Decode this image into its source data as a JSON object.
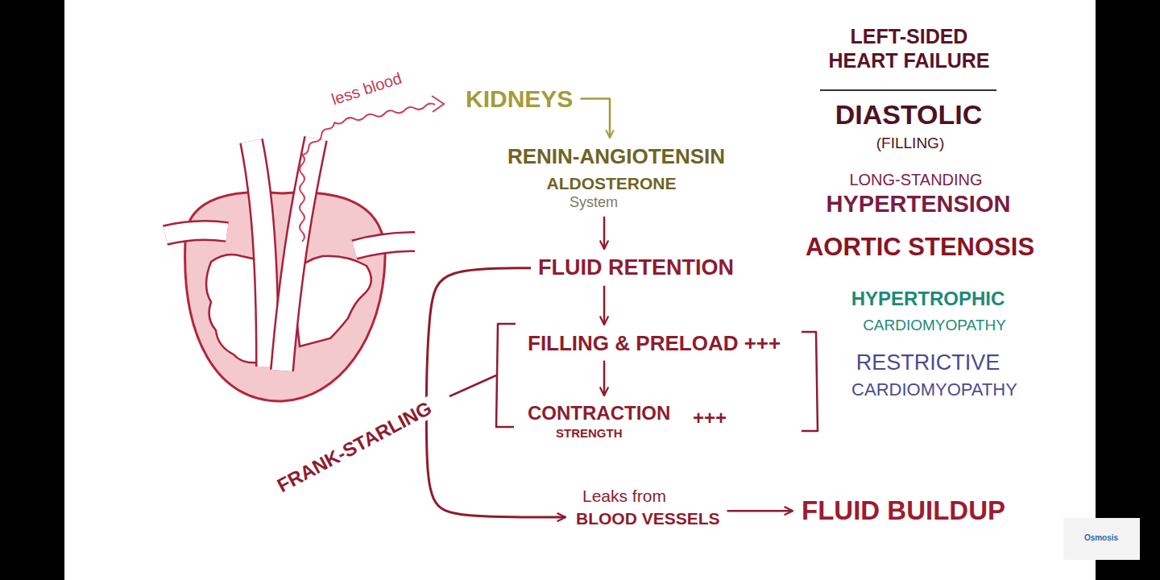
{
  "diagram": {
    "title": "LEFT-SIDED HEART FAILURE",
    "nodes": [
      {
        "text": [
          "KIDNEYS"
        ]
      },
      {
        "text": [
          "RENIN-ANGIOTENSIN",
          "ALDOSTERONE",
          "System"
        ]
      },
      {
        "text": [
          "FLUID RETENTION"
        ]
      },
      {
        "text": [
          "FILLING & PRELOAD +++"
        ]
      },
      {
        "text": [
          "CONTRACTION",
          "STRENGTH",
          "+++"
        ]
      },
      {
        "text": [
          "Leaks from",
          "BLOOD VESSELS"
        ]
      },
      {
        "text": [
          "FLUID BUILDUP"
        ]
      }
    ],
    "edges": [
      {
        "from": 0,
        "to": 1,
        "arrow": "to"
      },
      {
        "from": 1,
        "to": 2,
        "arrow": "to"
      },
      {
        "from": 2,
        "to": 3,
        "arrow": "to"
      },
      {
        "from": 3,
        "to": 4,
        "arrow": "to"
      },
      {
        "from": 2,
        "to": 5,
        "arrow": "to"
      },
      {
        "from": 5,
        "to": 6,
        "arrow": "to"
      }
    ],
    "labels": [
      "less blood",
      "FRANK-STARLING",
      "DIASTOLIC",
      "(FILLING)",
      "LONG-STANDING",
      "HYPERTENSION",
      "AORTIC STENOSIS",
      "HYPERTROPHIC",
      "CARDIOMYOPATHY",
      "RESTRICTIVE",
      "CARDIOMYOPATHY",
      "Osmosis"
    ]
  }
}
